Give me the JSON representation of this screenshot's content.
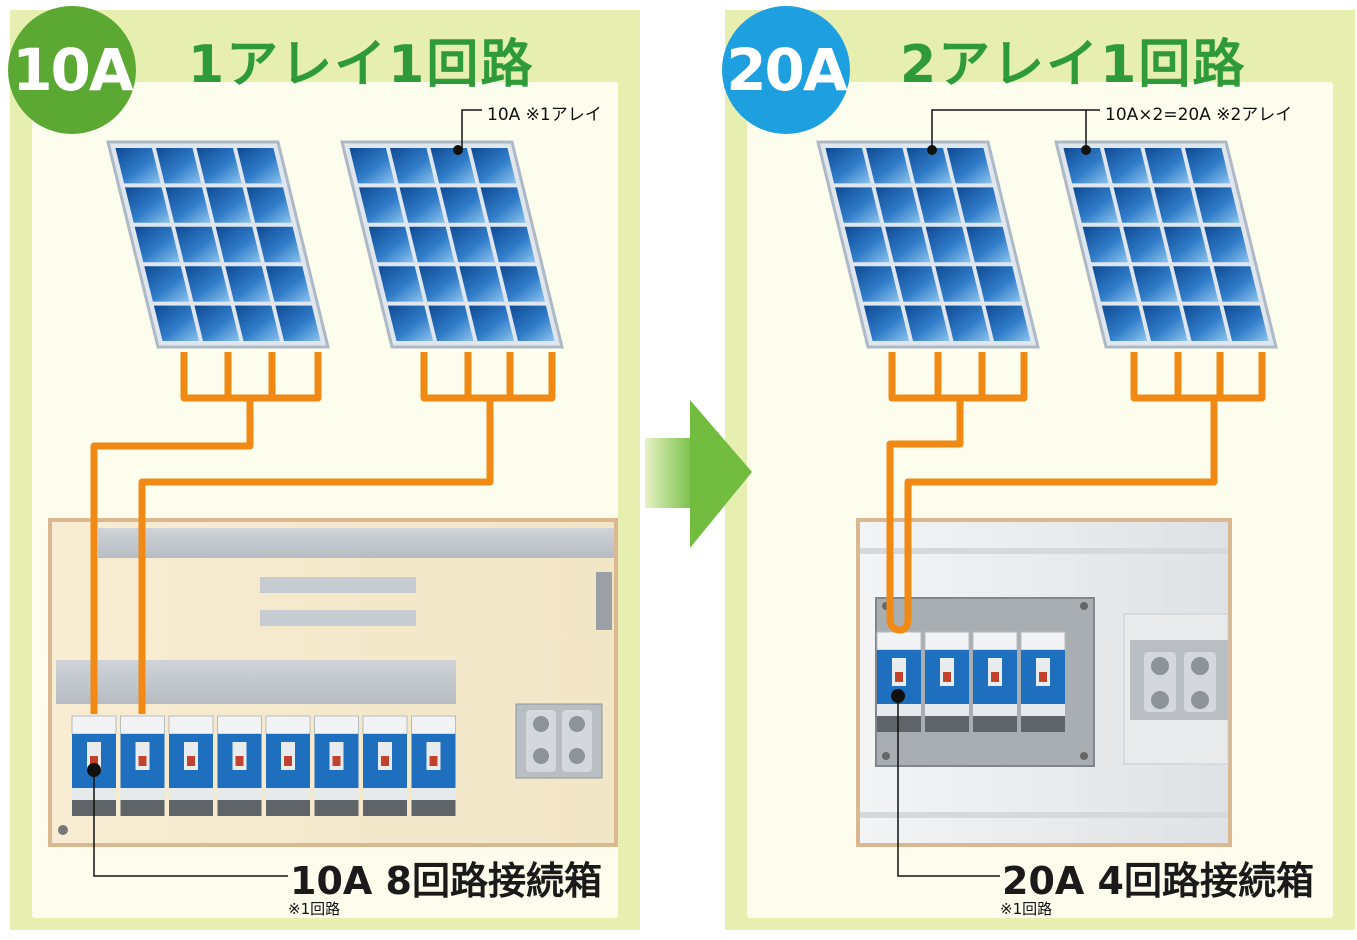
{
  "left": {
    "badge": "10A",
    "badge_color": "#5ba833",
    "title": "1アレイ1回路",
    "callout": "10A ※1アレイ",
    "caption": "10A  8回路接続箱",
    "note": "※1回路",
    "breaker_count": 8
  },
  "right": {
    "badge": "20A",
    "badge_color": "#1ea0e0",
    "title": "2アレイ1回路",
    "callout": "10A×2=20A ※2アレイ",
    "caption": "20A  4回路接続箱",
    "note": "※1回路",
    "breaker_count": 4
  },
  "colors": {
    "wire": "#f08a14",
    "panel_bg": "#e6efb0",
    "cell": "#1f5fa8",
    "title": "#2f9a3a",
    "arrow": "#7cc242"
  }
}
